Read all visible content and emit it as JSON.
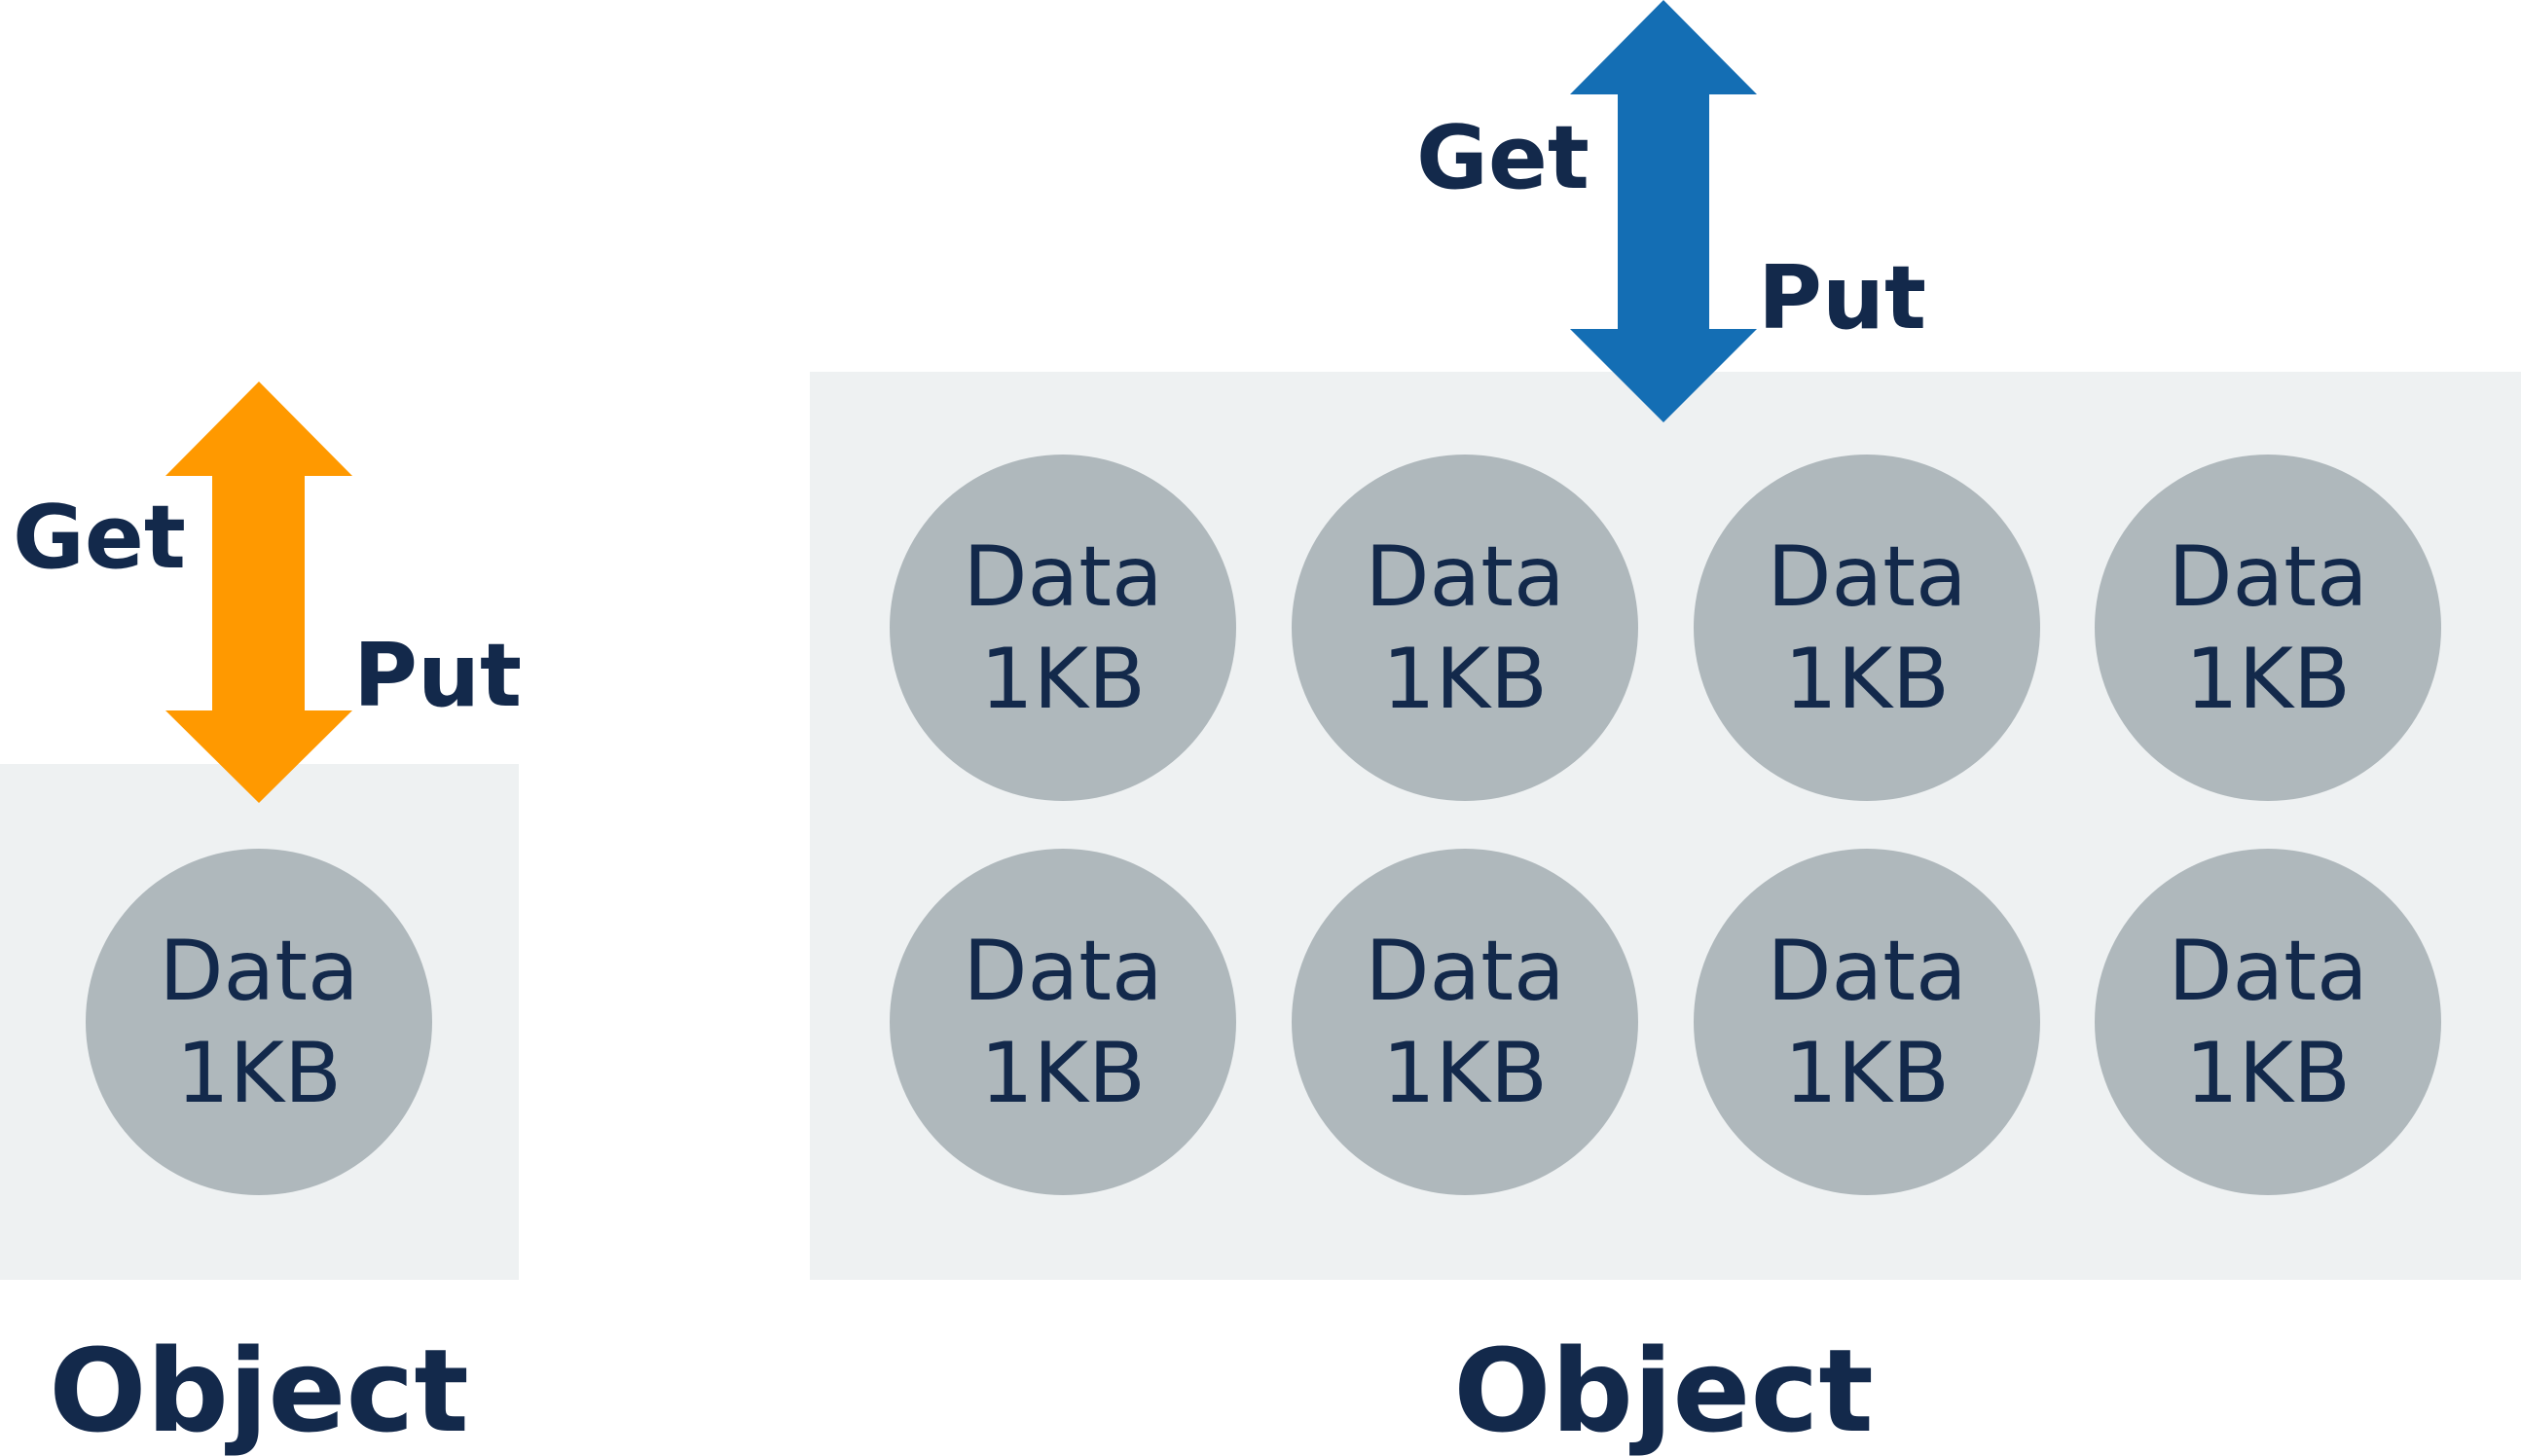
{
  "colors": {
    "background": "#ffffff",
    "container_fill": "#eef1f2",
    "circle_fill": "#afb8bc",
    "text_dark": "#13294b",
    "arrow_small": "#ff9900",
    "arrow_large": "#146eb4"
  },
  "small_object": {
    "get_label": "Get",
    "put_label": "Put",
    "object_label": "Object",
    "blocks": [
      {
        "line1": "Data",
        "line2": "1KB"
      }
    ]
  },
  "large_object": {
    "get_label": "Get",
    "put_label": "Put",
    "object_label": "Object",
    "blocks": [
      {
        "line1": "Data",
        "line2": "1KB"
      },
      {
        "line1": "Data",
        "line2": "1KB"
      },
      {
        "line1": "Data",
        "line2": "1KB"
      },
      {
        "line1": "Data",
        "line2": "1KB"
      },
      {
        "line1": "Data",
        "line2": "1KB"
      },
      {
        "line1": "Data",
        "line2": "1KB"
      },
      {
        "line1": "Data",
        "line2": "1KB"
      },
      {
        "line1": "Data",
        "line2": "1KB"
      }
    ]
  }
}
